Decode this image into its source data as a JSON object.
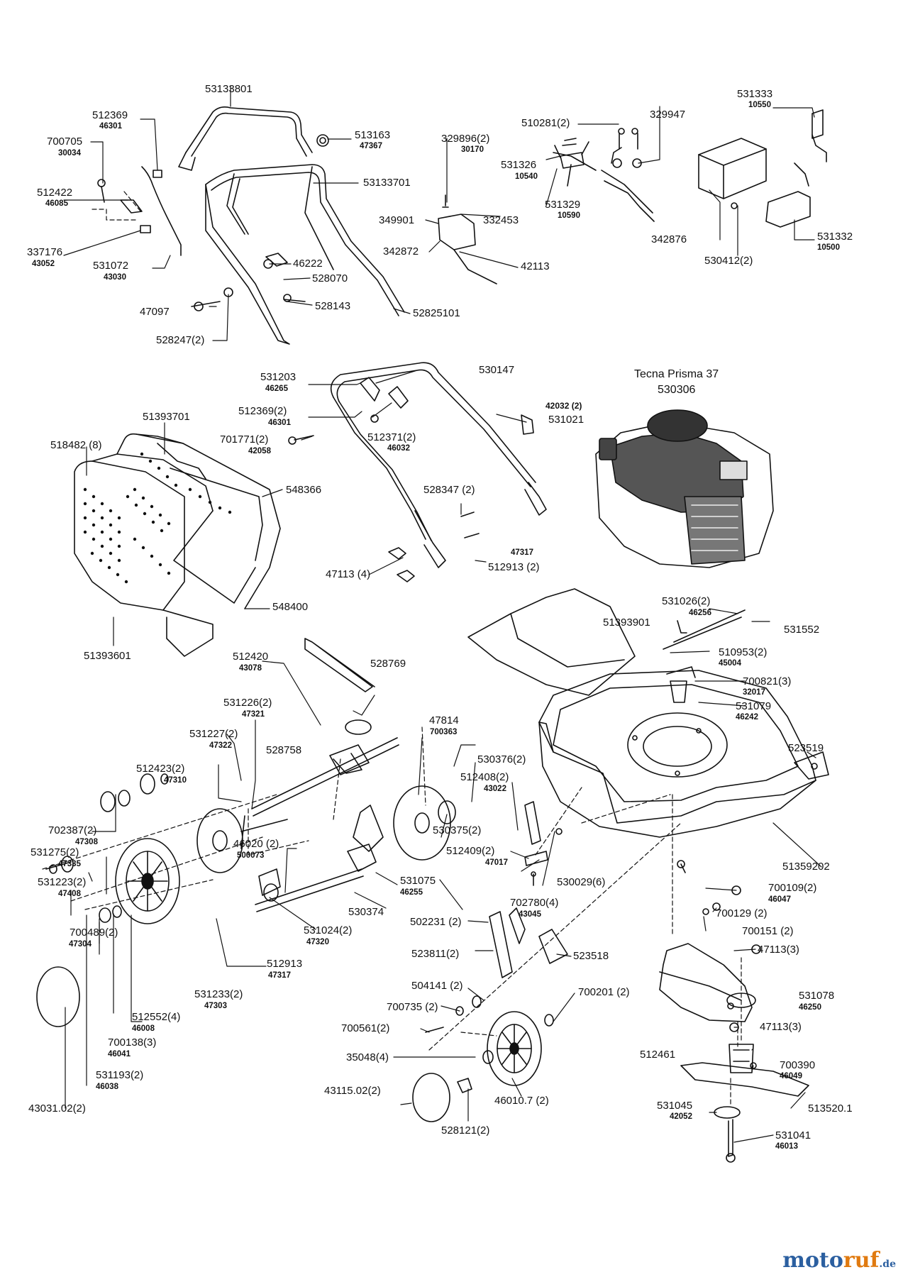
{
  "engine": {
    "model": "Tecna Prisma 37",
    "number": "530306"
  },
  "watermark": {
    "main_a": "moto",
    "main_b": "ruf",
    "suffix": ".de"
  },
  "parts": [
    {
      "id": "53133801"
    },
    {
      "id": "512369",
      "sub": "46301"
    },
    {
      "id": "700705",
      "sub": "30034"
    },
    {
      "id": "512422",
      "sub": "46085"
    },
    {
      "id": "337176",
      "sub": "43052"
    },
    {
      "id": "531072",
      "sub": "43030"
    },
    {
      "id": "513163",
      "sub": "47367"
    },
    {
      "id": "53133701"
    },
    {
      "id": "46222"
    },
    {
      "id": "528070"
    },
    {
      "id": "528143"
    },
    {
      "id": "47097"
    },
    {
      "id": "528247(2)"
    },
    {
      "id": "52825101"
    },
    {
      "id": "329896(2)",
      "sub": "30170"
    },
    {
      "id": "510281(2)"
    },
    {
      "id": "329947"
    },
    {
      "id": "531326",
      "sub": "10540"
    },
    {
      "id": "531329",
      "sub": "10590"
    },
    {
      "id": "349901"
    },
    {
      "id": "332453"
    },
    {
      "id": "342872"
    },
    {
      "id": "42113"
    },
    {
      "id": "531333",
      "sub": "10550"
    },
    {
      "id": "342876"
    },
    {
      "id": "530412(2)"
    },
    {
      "id": "531332",
      "sub": "10500"
    },
    {
      "id": "531203",
      "sub": "46265"
    },
    {
      "id": "530147"
    },
    {
      "id": "512369(2)",
      "sub": "46301"
    },
    {
      "id": "512371(2)",
      "sub": "46032"
    },
    {
      "id": "701771(2)",
      "sub": "42058"
    },
    {
      "id": "42032 (2)"
    },
    {
      "id": "531021"
    },
    {
      "id": "51393701"
    },
    {
      "id": "518482 (8)"
    },
    {
      "id": "548366"
    },
    {
      "id": "528347 (2)"
    },
    {
      "id": "47317"
    },
    {
      "id": "512913 (2)"
    },
    {
      "id": "47113 (4)"
    },
    {
      "id": "548400"
    },
    {
      "id": "51393601"
    },
    {
      "id": "531026(2)",
      "sub": "46256"
    },
    {
      "id": "531552"
    },
    {
      "id": "51393901"
    },
    {
      "id": "510953(2)",
      "sub": "45004"
    },
    {
      "id": "700821(3)",
      "sub": "32017"
    },
    {
      "id": "531079",
      "sub": "46242"
    },
    {
      "id": "512420",
      "sub": "43078"
    },
    {
      "id": "528769"
    },
    {
      "id": "531226(2)",
      "sub": "47321"
    },
    {
      "id": "531227(2)",
      "sub": "47322"
    },
    {
      "id": "528758"
    },
    {
      "id": "47814",
      "sub": "700363"
    },
    {
      "id": "530376(2)"
    },
    {
      "id": "512408(2)",
      "sub": "43022"
    },
    {
      "id": "523519"
    },
    {
      "id": "512423(2)",
      "sub": "47310"
    },
    {
      "id": "530375(2)"
    },
    {
      "id": "702387(2)",
      "sub": "47308"
    },
    {
      "id": "46020 (2)",
      "sub": "500073"
    },
    {
      "id": "512409(2)",
      "sub": "47017"
    },
    {
      "id": "531275(2)",
      "sub": "47335"
    },
    {
      "id": "51359202"
    },
    {
      "id": "531223(2)",
      "sub": "47408"
    },
    {
      "id": "531075",
      "sub": "46255"
    },
    {
      "id": "530029(6)"
    },
    {
      "id": "700109(2)",
      "sub": "46047"
    },
    {
      "id": "530374"
    },
    {
      "id": "702780(4)",
      "sub": "43045"
    },
    {
      "id": "700129 (2)"
    },
    {
      "id": "502231 (2)"
    },
    {
      "id": "700151 (2)"
    },
    {
      "id": "700489(2)",
      "sub": "47304"
    },
    {
      "id": "531024(2)",
      "sub": "47320"
    },
    {
      "id": "523811(2)"
    },
    {
      "id": "523518"
    },
    {
      "id": "47113(3)"
    },
    {
      "id": "512913",
      "sub": "47317"
    },
    {
      "id": "531078",
      "sub": "46250"
    },
    {
      "id": "531233(2)",
      "sub": "47303"
    },
    {
      "id": "504141 (2)"
    },
    {
      "id": "700201 (2)"
    },
    {
      "id": "512552(4)",
      "sub": "46008"
    },
    {
      "id": "700735 (2)"
    },
    {
      "id": "700561(2)"
    },
    {
      "id": "47113(3)"
    },
    {
      "id": "700138(3)",
      "sub": "46041"
    },
    {
      "id": "512461"
    },
    {
      "id": "35048(4)"
    },
    {
      "id": "700390",
      "sub": "46049"
    },
    {
      "id": "531193(2)",
      "sub": "46038"
    },
    {
      "id": "43115.02(2)"
    },
    {
      "id": "46010.7 (2)"
    },
    {
      "id": "531045",
      "sub": "42052"
    },
    {
      "id": "513520.1"
    },
    {
      "id": "43031.02(2)"
    },
    {
      "id": "528121(2)"
    },
    {
      "id": "531041",
      "sub": "46013"
    }
  ]
}
